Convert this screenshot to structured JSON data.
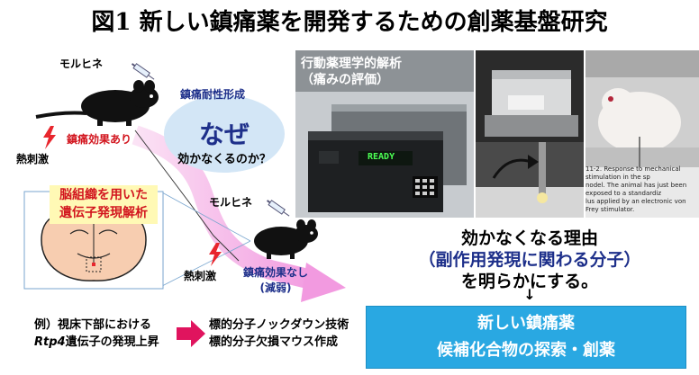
{
  "title": "図1 新しい鎮痛薬を開発するための創薬基盤研究",
  "left": {
    "morphine_top": "モルヒネ",
    "heat_top": "熱刺激",
    "effect_present": "鎮痛効果あり",
    "tolerance": "鎮痛耐性形成",
    "why": "なぜ",
    "why_sub": "効かなくるのか？",
    "brain_box_line1": "脳組織を用いた",
    "brain_box_line2": "遺伝子発現解析",
    "morphine_bottom": "モルヒネ",
    "heat_bottom": "熱刺激",
    "effect_absent_line1": "鎮痛効果なし",
    "effect_absent_line2": "(減弱)",
    "example_line1": "例）視床下部における",
    "example_line2_gene": "Rtp4",
    "example_line2_rest": "遺伝子の発現上昇",
    "tech_line1": "標的分子ノックダウン技術",
    "tech_line2": "標的分子欠損マウス作成"
  },
  "photos": {
    "label_line1": "行動薬理学的解析",
    "label_line2": "（痛みの評価）",
    "device_display": "READY",
    "caption_line1": "11-2. Response to mechanical stimulation in the sp",
    "caption_line2": "nodel. The animal has just been exposed to a standardiz",
    "caption_line3": "lus applied by an electronic von Frey stimulator."
  },
  "right": {
    "reason_line1": "効かなくなる理由",
    "reason_line2": "（副作用発現に関わる分子）",
    "reason_line3": "を明らかにする。",
    "down_arrow": "↓",
    "goal_line1": "新しい鎮痛薬",
    "goal_line2": "候補化合物の探索・創薬"
  },
  "colors": {
    "accent_red": "#d2151e",
    "navy": "#1d2f8a",
    "goal_blue": "#29a8e2",
    "pink_arrow": "#f5b8e6",
    "brain_pink": "#f7cdb0",
    "yellow_box": "#fff9b5"
  }
}
